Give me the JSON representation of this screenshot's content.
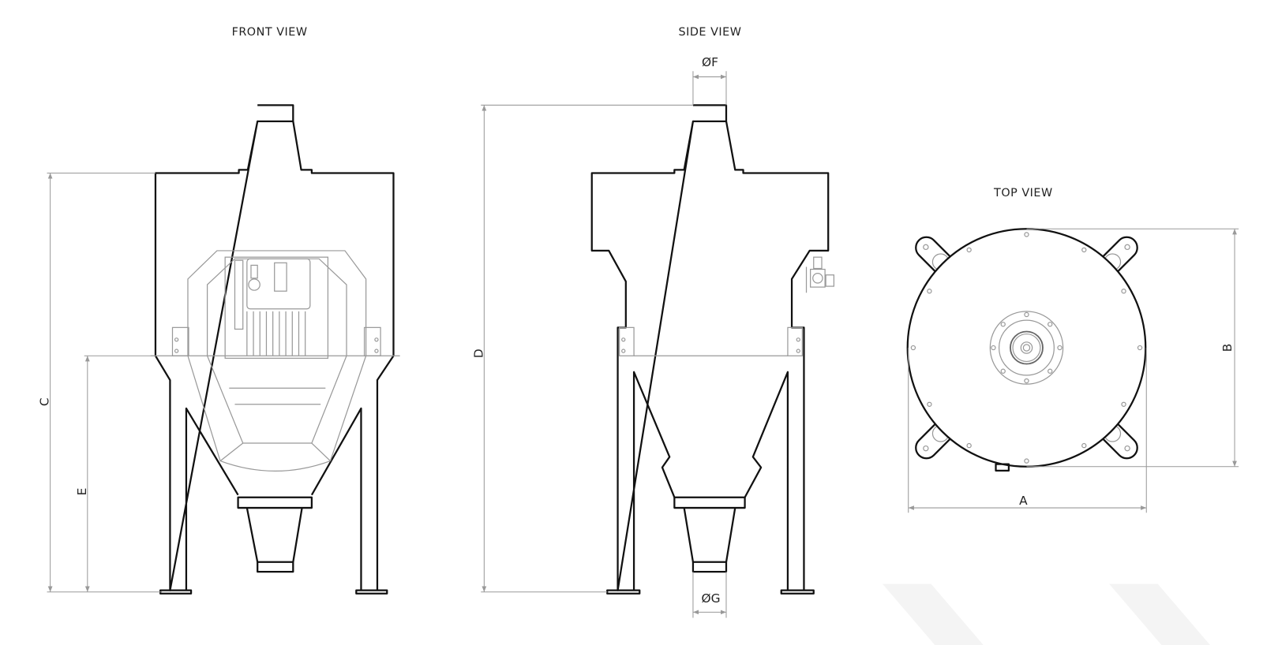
{
  "views": {
    "front": {
      "title": "FRONT VIEW"
    },
    "side": {
      "title": "SIDE VIEW"
    },
    "top": {
      "title": "TOP VIEW"
    }
  },
  "dimensions": {
    "A": "A",
    "B": "B",
    "C": "C",
    "D": "D",
    "E": "E",
    "F": "ØF",
    "G": "ØG"
  },
  "colors": {
    "outline": "#111111",
    "detail": "#999999",
    "watermark": "#f3f3f3"
  }
}
